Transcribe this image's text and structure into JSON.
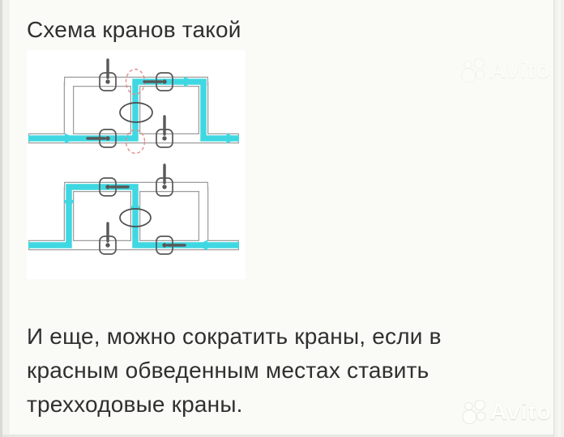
{
  "title": "Схема кранов такой",
  "body_lines": [
    "И еще, можно сократить краны, если в",
    "красным обведенным местах ставить",
    "трехходовые краны."
  ],
  "watermark": {
    "brand": "Avito"
  },
  "colors": {
    "page_bg": "#fafaf6",
    "gutter": "#f1f1ed",
    "gutter_edge": "#d8d8d4",
    "image_bg": "#ffffff",
    "text": "#303030",
    "pipe": "#9d9d9d",
    "flow": "#3fd8e2",
    "valve": "#585858",
    "pump": "#4c4c4c",
    "highlight": "#e08c8c",
    "watermark": "#fdfdfa"
  },
  "diagram": {
    "type": "plumbing-valve-scheme",
    "panels": [
      {
        "id": "top-scheme",
        "flow_direction": "left-to-right",
        "flow_route": "in bottom-left, up middle riser, right along top pipe, down right riser, out bottom-right",
        "valves": [
          {
            "pos": "top-left",
            "handle": "stem-up"
          },
          {
            "pos": "top-right",
            "handle": "horizontal-left"
          },
          {
            "pos": "bottom-left",
            "handle": "horizontal-left"
          },
          {
            "pos": "bottom-right",
            "handle": "stem-up"
          }
        ],
        "red_highlight_count": 2,
        "pump_ellipse": true
      },
      {
        "id": "bottom-scheme",
        "flow_direction": "right-to-left",
        "flow_route": "in bottom-right, up middle riser, left along top pipe, down left riser, out bottom-left",
        "valves": [
          {
            "pos": "top-left",
            "handle": "horizontal-right"
          },
          {
            "pos": "top-right",
            "handle": "stem-up"
          },
          {
            "pos": "bottom-left",
            "handle": "stem-up"
          },
          {
            "pos": "bottom-right",
            "handle": "horizontal-right"
          }
        ],
        "red_highlight_count": 0,
        "pump_ellipse": true
      }
    ]
  }
}
